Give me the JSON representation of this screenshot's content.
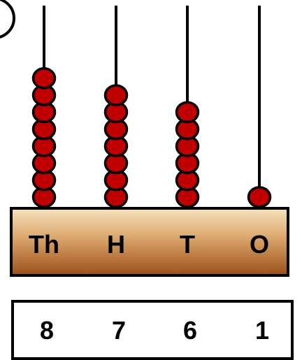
{
  "abacus": {
    "rods": [
      {
        "label": "Th",
        "beads": 8
      },
      {
        "label": "H",
        "beads": 7
      },
      {
        "label": "T",
        "beads": 6
      },
      {
        "label": "O",
        "beads": 1
      }
    ],
    "digits": [
      "8",
      "7",
      "6",
      "1"
    ],
    "colors": {
      "bead": "#c00000",
      "bead_highlight": "#e01010",
      "frame_top": "#f5deb3",
      "frame_bottom": "#a0521d",
      "rod": "#000000"
    }
  }
}
